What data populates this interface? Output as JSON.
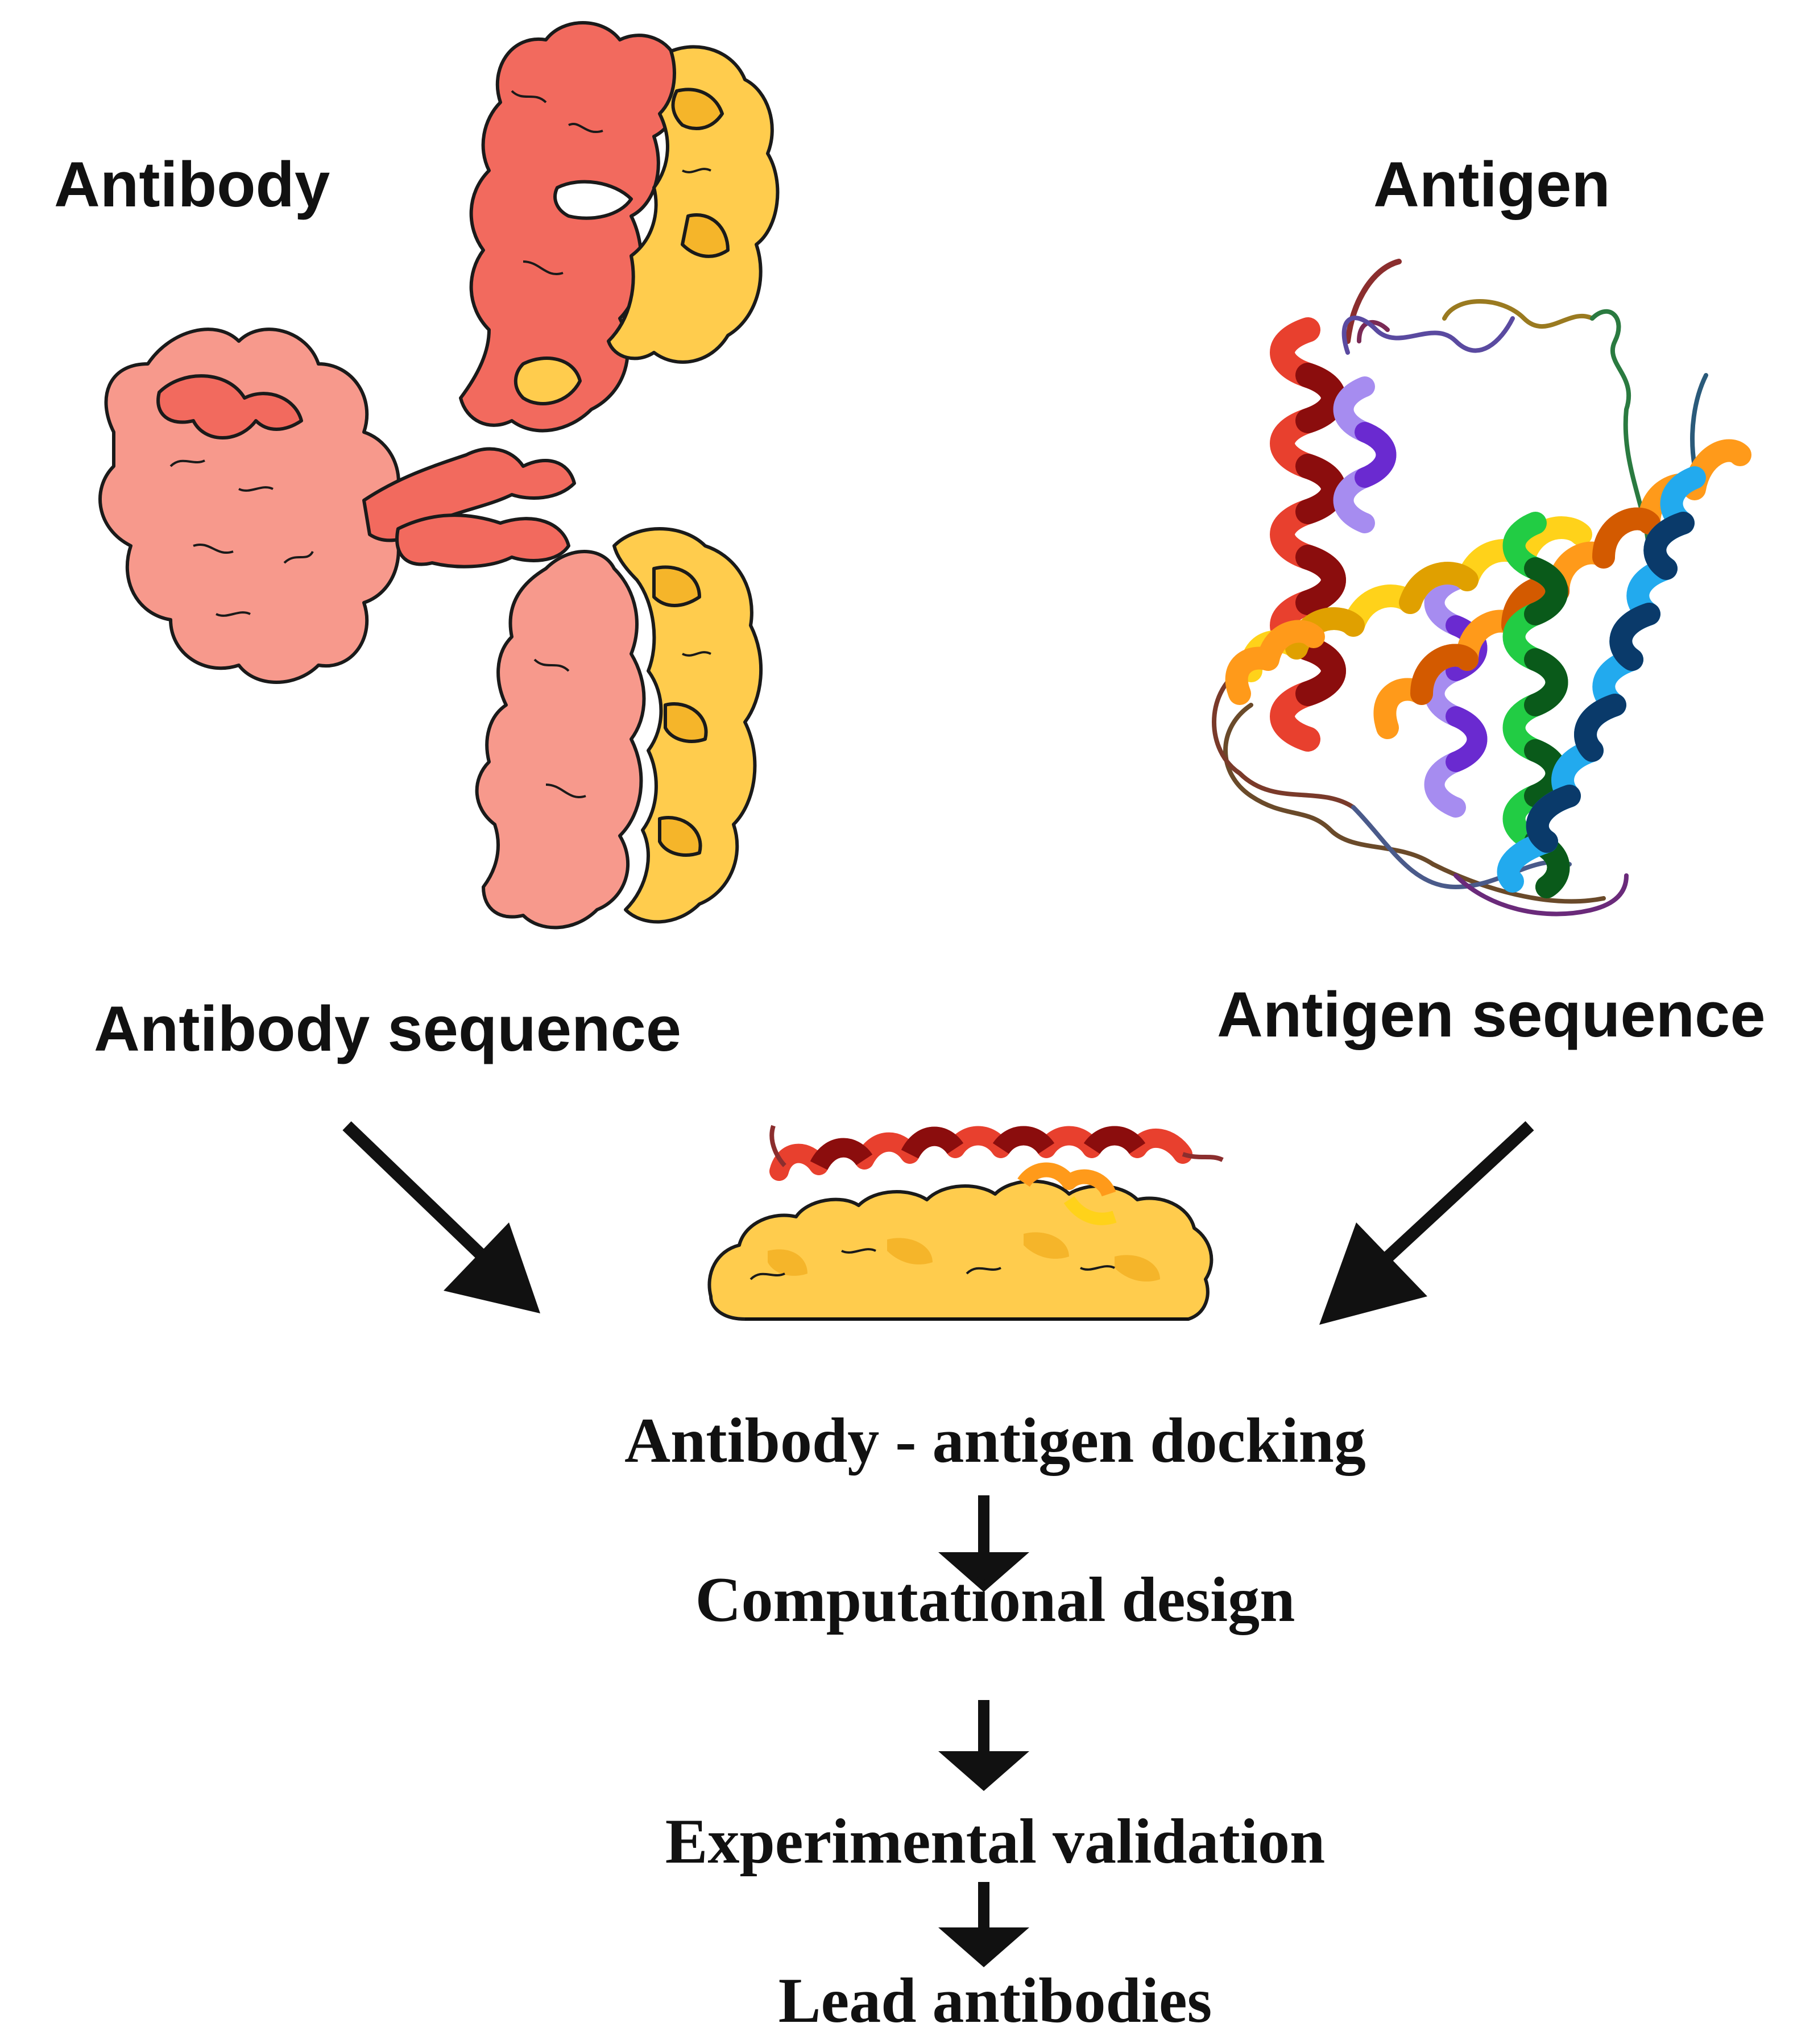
{
  "labels": {
    "antibody": "Antibody",
    "antigen": "Antigen",
    "antibody_sequence": "Antibody sequence",
    "antigen_sequence": "Antigen sequence"
  },
  "workflow": {
    "step1": "Antibody - antigen docking",
    "step2": "Computational design",
    "step3": "Experimental validation",
    "step4": "Lead antibodies"
  },
  "colors": {
    "antibody_heavy": "#f26a5e",
    "antibody_heavy_light": "#f7998c",
    "antibody_light": "#ffcc4d",
    "antibody_light_shade": "#f5b52a",
    "outline": "#1a1a1a",
    "arrow": "#111111"
  },
  "icons": {
    "antibody": "antibody-protein-surface-icon",
    "antigen": "antigen-ribbon-helices-icon",
    "complex": "docked-complex-icon"
  }
}
